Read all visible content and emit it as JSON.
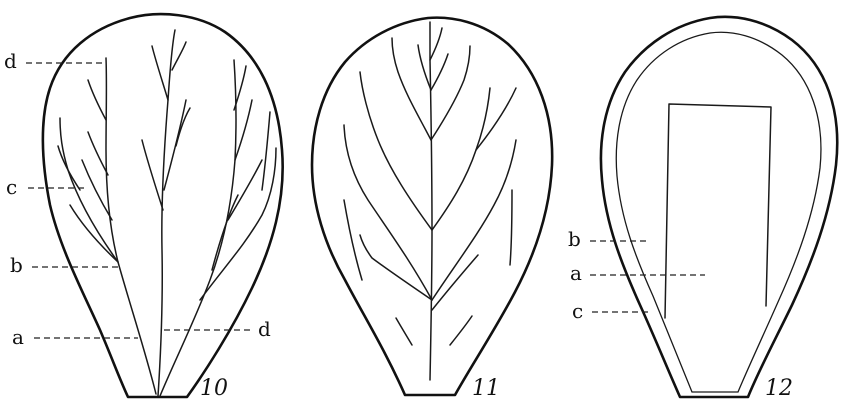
{
  "figures": [
    {
      "number": "10",
      "labels": {
        "d_top": "d",
        "c": "c",
        "b": "b",
        "a": "a",
        "d_bottom": "d"
      }
    },
    {
      "number": "11"
    },
    {
      "number": "12",
      "labels": {
        "b": "b",
        "a": "a",
        "c": "c"
      }
    }
  ]
}
